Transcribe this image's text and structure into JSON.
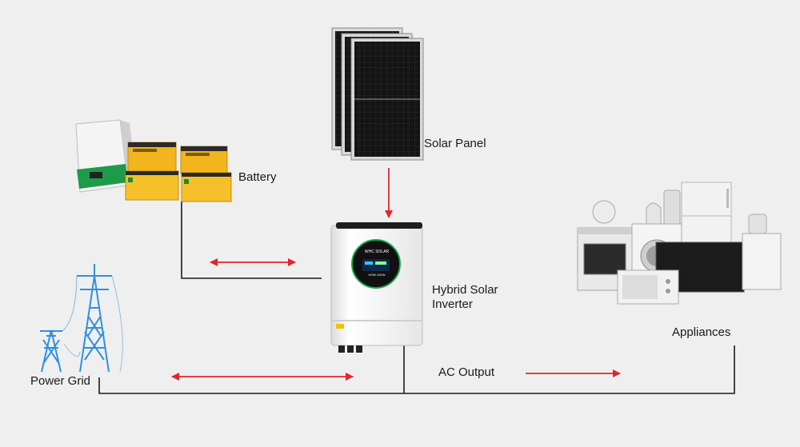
{
  "labels": {
    "solar_panel": "Solar Panel",
    "battery": "Battery",
    "inverter_line1": "Hybrid Solar",
    "inverter_line2": "Inverter",
    "appliances": "Appliances",
    "power_grid": "Power Grid",
    "ac_output": "AC Output"
  },
  "inverter_screen": {
    "brand": "WHC SOLAR",
    "model": "HGM 11KW"
  },
  "colors": {
    "background": "#efefef",
    "wire": "#1a1a1a",
    "arrow": "#e0262b",
    "tower": "#2f8fe0",
    "battery_yellow": "#f2b51d",
    "battery_green": "#1b8a3a"
  },
  "icons": [
    "solar-panel-icon",
    "battery-icon",
    "inverter-icon",
    "appliances-icon",
    "power-grid-tower-icon"
  ]
}
